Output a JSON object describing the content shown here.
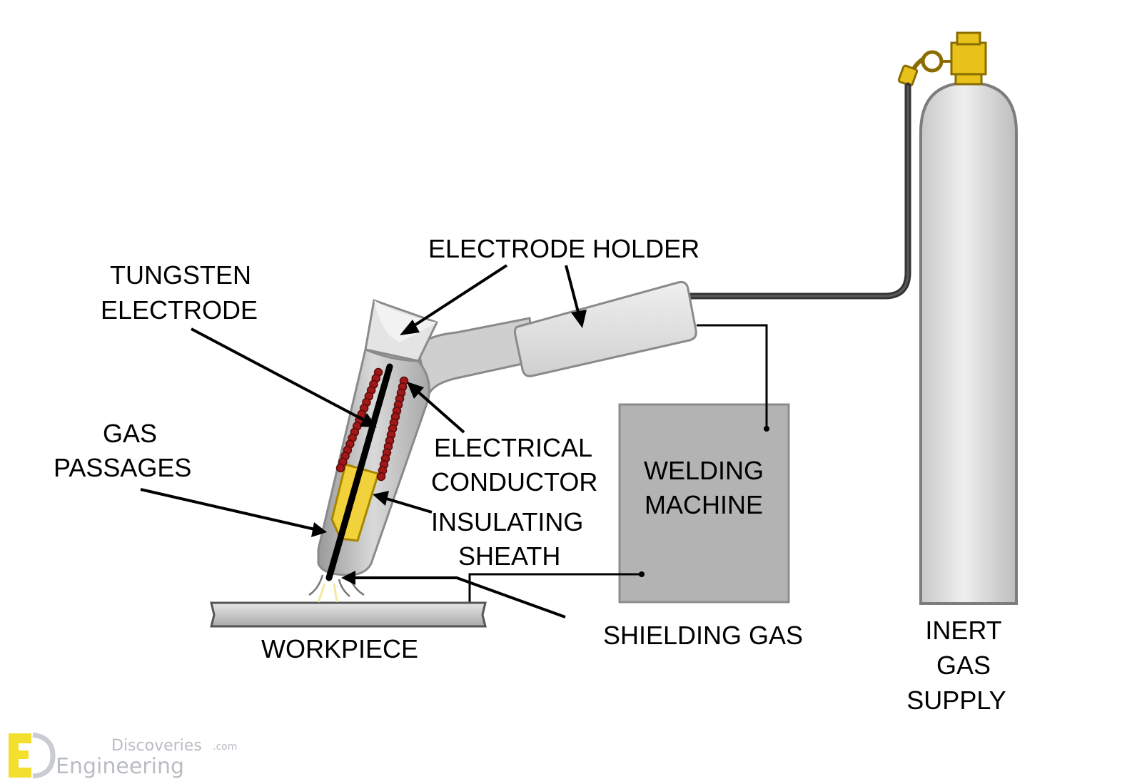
{
  "labels": {
    "tungsten_electrode": [
      "TUNGSTEN",
      "ELECTRODE"
    ],
    "electrode_holder": "ELECTRODE HOLDER",
    "gas_passages": [
      "GAS",
      "PASSAGES"
    ],
    "electrical_conductor": [
      "ELECTRICAL",
      "CONDUCTOR"
    ],
    "insulating_sheath": [
      "INSULATING",
      "SHEATH"
    ],
    "welding_machine": [
      "WELDING",
      "MACHINE"
    ],
    "shielding_gas": "SHIELDING GAS",
    "workpiece": "WORKPIECE",
    "inert_gas_supply": [
      "INERT",
      "GAS",
      "SUPPLY"
    ]
  },
  "watermark": {
    "brand_top": "Discoveries",
    "brand_suffix": ".com",
    "brand_bottom": "Engineering"
  },
  "colors": {
    "cylinder": "#d3d3d3",
    "machine": "#b3b3b3",
    "conductor": "#a01818",
    "sheath": "#f2d23a",
    "valve": "#e8c21a",
    "hose": "#333333"
  }
}
